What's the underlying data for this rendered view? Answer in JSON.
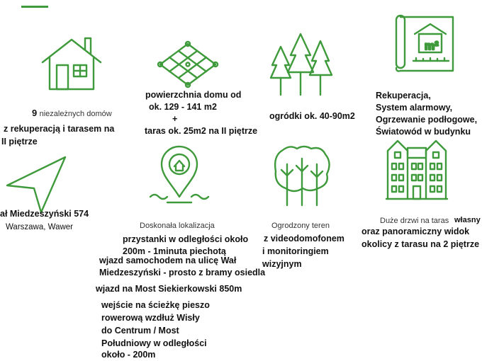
{
  "accent_color": "#3f9a3c",
  "features": {
    "houses": {
      "icon": "house-icon",
      "count": "9",
      "line1": "niezależnych domów",
      "line2": "z rekuperacją i tarasem na",
      "line3": "II piętrze"
    },
    "area": {
      "icon": "area-net-icon",
      "line1": "powierzchnia domu od",
      "line2": "ok. 129 - 141 m2",
      "line3": "+",
      "line4": "taras ok. 25m2 na II piętrze"
    },
    "gardens": {
      "icon": "trees-icon",
      "line1": "ogródki ok. 40-90m2"
    },
    "systems": {
      "icon": "blueprint-icon",
      "icon_label": "m²",
      "line1": "Rekuperacja,",
      "line2": "System alarmowy,",
      "line3": "Ogrzewanie podłogowe,",
      "line4": "Światowód w budynku"
    },
    "address": {
      "icon": "navigation-arrow-icon",
      "line1": "ał Miedzeszyński 574",
      "line2": "Warszawa, Wawer"
    },
    "location": {
      "icon": "location-pin-icon",
      "title": "Doskonała lokalizacja",
      "line1": "przystanki w odległości około",
      "line2": "200m - 1minuta piechotą",
      "line3": "wjazd samochodem na ulicę Wał",
      "line4": "Miedzeszyński - prosto z bramy osiedla",
      "line5": "wjazd na Most Siekierkowski 850m",
      "line6": "wejście na ścieżkę pieszo",
      "line7": "rowerową wzdłuż Wisły",
      "line8": "do Centrum / Most",
      "line9": "Południowy w odległości",
      "line10": "około - 200m"
    },
    "fenced": {
      "icon": "bushes-icon",
      "title": "Ogrodzony teren",
      "line1": "z videodomofonem",
      "line2": "i monitoringiem",
      "line3": "wizyjnym"
    },
    "doors": {
      "icon": "building-icon",
      "title": "Duże drzwi na taras",
      "title2": "własny o",
      "line1": "oraz panoramiczny widok",
      "line2": "okolicy z tarasu na 2 piętrze"
    }
  }
}
